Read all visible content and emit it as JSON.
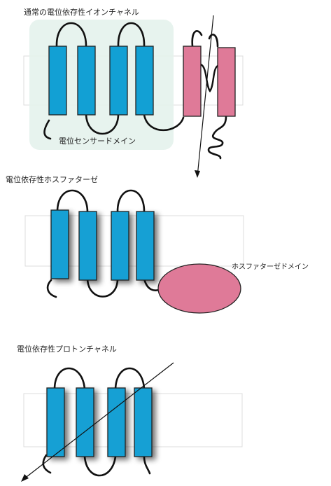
{
  "panels": [
    {
      "title": "通常の電位依存性イオンチャネル",
      "domain_label": "電位センサードメイン"
    },
    {
      "title": "電位依存性ホスファターゼ",
      "domain_label": "ホスファターゼドメイン"
    },
    {
      "title": "電位依存性プロトンチャネル"
    }
  ],
  "colors": {
    "helix": "#12a0d4",
    "pore_helix": "#df7a98",
    "phosphatase_domain": "#df7a98",
    "sensor_highlight": "#e4f2ec",
    "membrane": "#dcdcdc",
    "chain": "#111111"
  }
}
